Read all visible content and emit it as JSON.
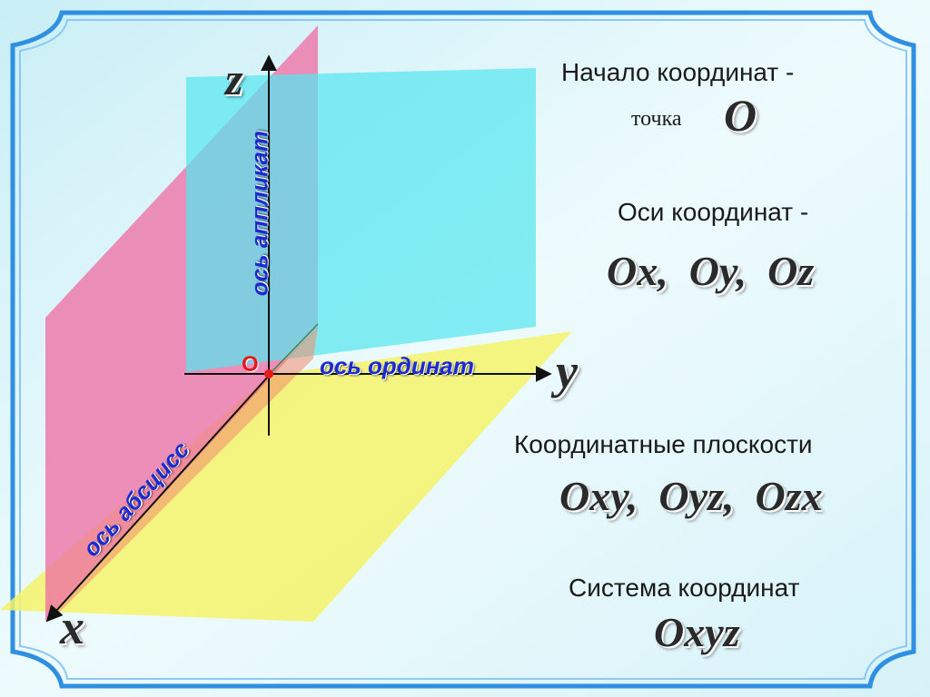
{
  "diagram": {
    "axis_names": {
      "z": "z",
      "y": "y",
      "x": "x"
    },
    "origin_label": "O",
    "axis_captions": {
      "applicate": "ось аппликат",
      "ordinate": "ось ординат",
      "abscissa": "ось абсцисс"
    }
  },
  "info": {
    "origin_title": "Начало координат -",
    "origin_point_label": "точка",
    "origin_point_symbol": "O",
    "axes_title": "Оси координат -",
    "axes_value": "Ox,  Oy,  Oz",
    "planes_title": "Координатные плоскости",
    "planes_value": "Oxy,  Oyz,  Ozx",
    "system_title": "Система координат",
    "system_value": "Oxyz"
  },
  "colors": {
    "background": "#dff6fb",
    "frame": "#2f8fe0",
    "plane_yz": "#ee6fa4",
    "plane_xz": "#58e6ee",
    "plane_xy": "#f5f36a",
    "axis_caption": "#1c2bd0",
    "origin_label": "#e51b1b"
  }
}
